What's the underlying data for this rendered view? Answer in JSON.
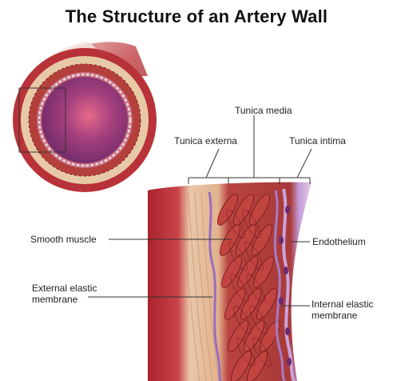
{
  "title": "The Structure of an Artery Wall",
  "labels": {
    "tunica_media": "Tunica media",
    "tunica_externa": "Tunica externa",
    "tunica_intima": "Tunica intima",
    "smooth_muscle": "Smooth muscle",
    "endothelium": "Endothelium",
    "external_elastic_line1": "External elastic",
    "external_elastic_line2": "membrane",
    "internal_elastic_line1": "Internal elastic",
    "internal_elastic_line2": "membrane"
  },
  "colors": {
    "outer_tissue": "#b8323a",
    "externa": "#e8c9a6",
    "media_muscle": "#b4403c",
    "lumen": "#8a3a7a",
    "endothelium": "#a67bc4"
  }
}
